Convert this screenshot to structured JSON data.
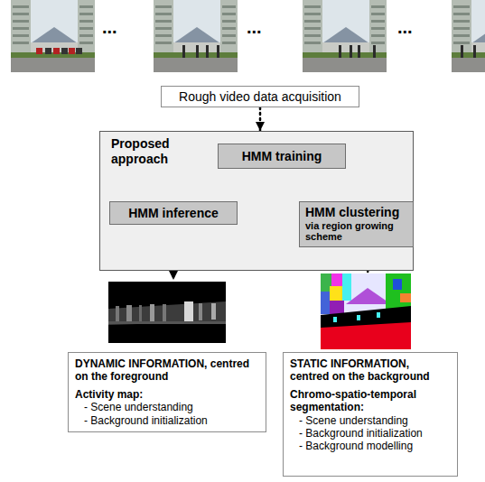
{
  "diagram": {
    "nodes": [
      {
        "text": [
          "Rough video data acquisition"
        ]
      },
      {
        "text": [
          "Proposed approach"
        ]
      },
      {
        "text": [
          "HMM training"
        ],
        "in": 1
      },
      {
        "text": [
          "HMM inference"
        ],
        "in": 1
      },
      {
        "text": [
          "HMM clustering",
          "via region growing scheme"
        ],
        "in": 1
      },
      {
        "text": [
          "DYNAMIC INFORMATION, centred on the foreground",
          "Activity map:",
          "- Scene understanding",
          "- Background initialization"
        ]
      },
      {
        "text": [
          "STATIC INFORMATION, centred on the background",
          "Chromo-spatio-temporal segmentation:",
          "- Scene understanding",
          "- Background initialization",
          "- Background modelling"
        ]
      }
    ],
    "edges": [
      {
        "from": 0,
        "to": 1,
        "arrow": "to"
      },
      {
        "from": 2,
        "to": 3,
        "arrow": "to"
      },
      {
        "from": 2,
        "to": 4,
        "arrow": "to"
      }
    ],
    "labels": [
      "...",
      "...",
      "..."
    ]
  }
}
